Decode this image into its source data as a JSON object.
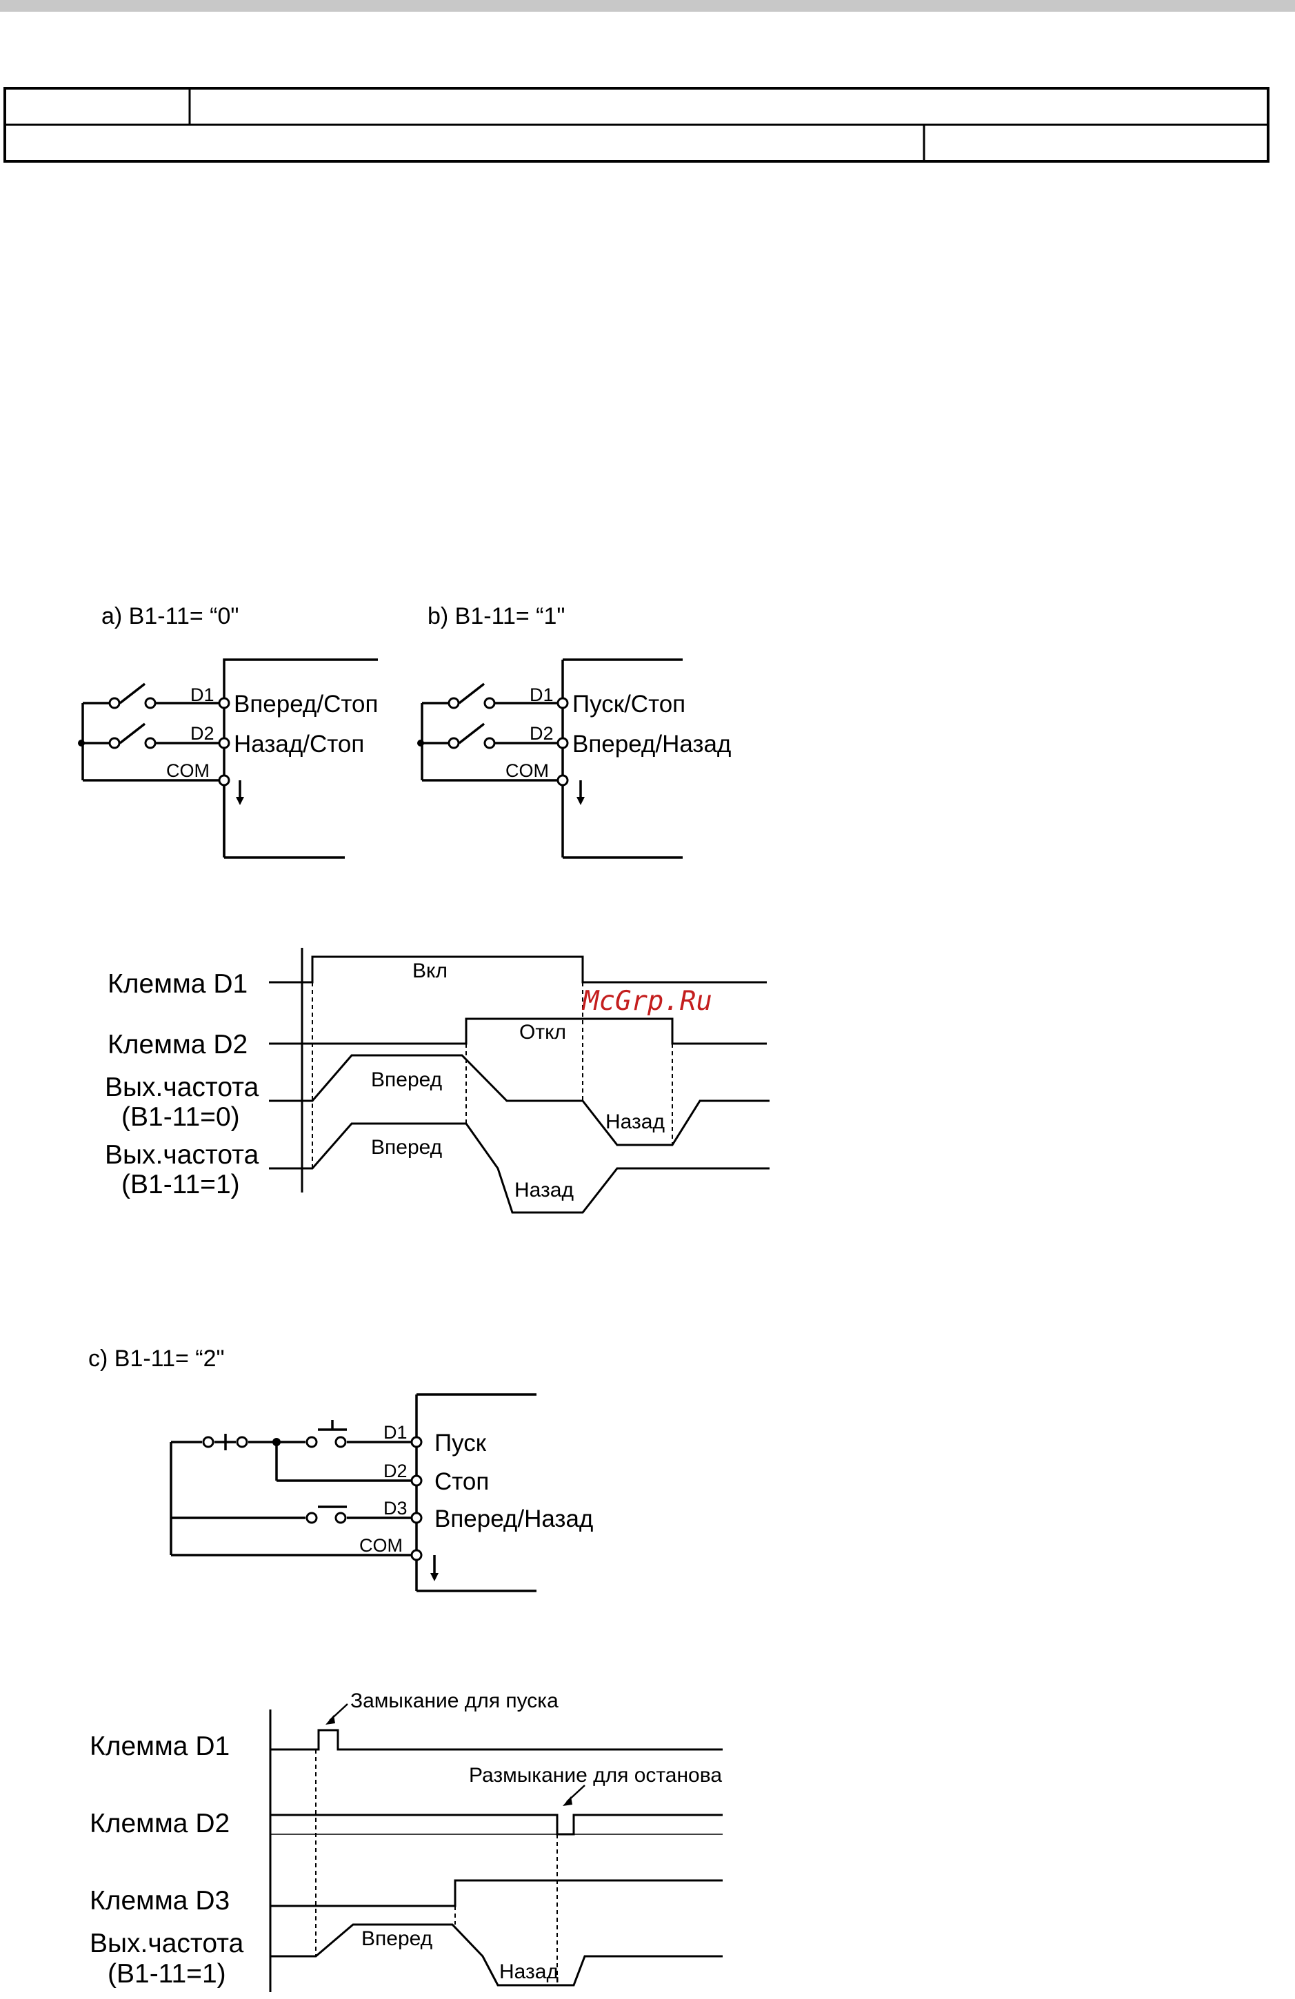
{
  "colors": {
    "line": "#000000",
    "watermark": "#c41e1e",
    "top_bar": "#c8c8c8",
    "background": "#ffffff"
  },
  "watermark": "McGrp.Ru",
  "diagram_a": {
    "caption": "a) B1-11= “0\"",
    "terminals": [
      "D1",
      "D2",
      "COM"
    ],
    "labels": [
      "Вперед/Стоп",
      "Назад/Стоп"
    ]
  },
  "diagram_b": {
    "caption": "b) B1-11= “1\"",
    "terminals": [
      "D1",
      "D2",
      "COM"
    ],
    "labels": [
      "Пуск/Стоп",
      "Вперед/Назад"
    ]
  },
  "timing_1": {
    "rows": [
      "Клемма D1",
      "Клемма D2",
      "Вых.частота",
      "(B1-11=0)",
      "Вых.частота",
      "(B1-11=1)"
    ],
    "d1_state": "Вкл",
    "d2_state": "Откл",
    "forward": "Вперед",
    "reverse": "Назад"
  },
  "diagram_c": {
    "caption": "c) B1-11= “2\"",
    "terminals": [
      "D1",
      "D2",
      "D3",
      "COM"
    ],
    "labels": [
      "Пуск",
      "Стоп",
      "Вперед/Назад"
    ]
  },
  "timing_2": {
    "rows": [
      "Клемма D1",
      "Клемма D2",
      "Клемма D3",
      "Вых.частота",
      "(B1-11=1)"
    ],
    "start_note": "Замыкание для пуска",
    "stop_note": "Размыкание для останова",
    "forward": "Вперед",
    "reverse": "Назад"
  }
}
